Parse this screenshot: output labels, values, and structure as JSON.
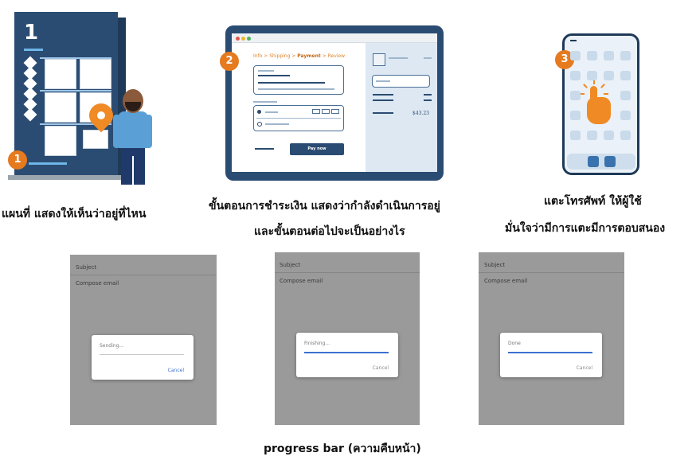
{
  "panel1": {
    "board_number": "1",
    "badge_number": "1",
    "caption": "แผนที่ แสดงให้เห็นว่าอยู่ที่ไหน"
  },
  "panel2": {
    "badge_number": "2",
    "breadcrumb": {
      "info": "Info",
      "shipping": "Shipping",
      "payment": "Payment",
      "review": "Review",
      "separator": ">"
    },
    "pay_button": "Pay now",
    "price": "$43.23",
    "caption_line1": "ขั้นตอนการชำระเงิน แสดงว่ากำลังดำเนินการอยู่",
    "caption_line2": "และขั้นตอนต่อไปจะเป็นอย่างไร"
  },
  "panel3": {
    "badge_number": "3",
    "caption_line1": "แตะโทรศัพท์ ให้ผู้ใช้",
    "caption_line2": "มั่นใจว่ามีการแตะมีการตอบสนอง"
  },
  "email_mockups": [
    {
      "subject": "Subject",
      "compose": "Compose email",
      "status": "Sending...",
      "cancel": "Cancel",
      "progress": 0.0
    },
    {
      "subject": "Subject",
      "compose": "Compose email",
      "status": "Finishing...",
      "cancel": "Cancel",
      "progress": 1.0
    },
    {
      "subject": "Subject",
      "compose": "Compose email",
      "status": "Done",
      "cancel": "Cancel",
      "progress": 1.0
    }
  ],
  "bottom_caption": "progress bar (ความคืบหน้า)",
  "colors": {
    "navy": "#2b4c72",
    "orange": "#e57a1f",
    "progress_blue": "#3d6fd1",
    "cancel_active": "#3d6fd1",
    "cancel_inactive": "#8a8a8a"
  }
}
